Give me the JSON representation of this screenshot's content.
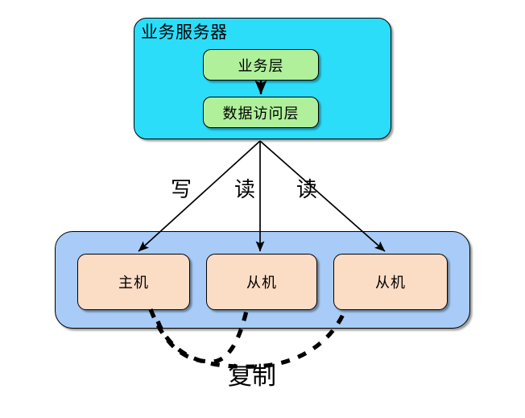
{
  "diagram": {
    "title_text": "业务服务器",
    "type": "architecture-diagram",
    "background_color": "#ffffff"
  },
  "app_server": {
    "label": "业务服务器",
    "fill_color": "#2BDDF9",
    "stroke_color": "#000000",
    "layers": [
      {
        "id": "business-layer",
        "label": "业务层",
        "fill_color": "#B0F09B"
      },
      {
        "id": "data-access-layer",
        "label": "数据访问层",
        "fill_color": "#B0F09B"
      }
    ],
    "internal_arrow": {
      "from": "业务层",
      "to": "数据访问层",
      "style": "solid"
    }
  },
  "db_cluster": {
    "fill_color": "#A8CCF7",
    "stroke_color": "#000000",
    "nodes": [
      {
        "id": "db-master",
        "label": "主机",
        "role": "master",
        "fill_color": "#FBDCC5"
      },
      {
        "id": "db-slave-1",
        "label": "从机",
        "role": "slave",
        "fill_color": "#FBDCC5"
      },
      {
        "id": "db-slave-2",
        "label": "从机",
        "role": "slave",
        "fill_color": "#FBDCC5"
      }
    ]
  },
  "edges": [
    {
      "id": "edge-write",
      "label": "写",
      "from": "数据访问层",
      "to": "主机",
      "style": "solid",
      "arrow": true
    },
    {
      "id": "edge-read-1",
      "label": "读",
      "from": "数据访问层",
      "to": "从机",
      "style": "solid",
      "arrow": true
    },
    {
      "id": "edge-read-2",
      "label": "读",
      "from": "数据访问层",
      "to": "从机",
      "style": "solid",
      "arrow": true
    },
    {
      "id": "edge-replicate-1",
      "label": "复制",
      "from": "主机",
      "to": "从机",
      "style": "dashed",
      "arrow": false
    },
    {
      "id": "edge-replicate-2",
      "label": "复制",
      "from": "主机",
      "to": "从机",
      "style": "dashed",
      "arrow": false
    }
  ],
  "labels": {
    "write": "写",
    "read_1": "读",
    "read_2": "读",
    "replicate": "复制"
  }
}
